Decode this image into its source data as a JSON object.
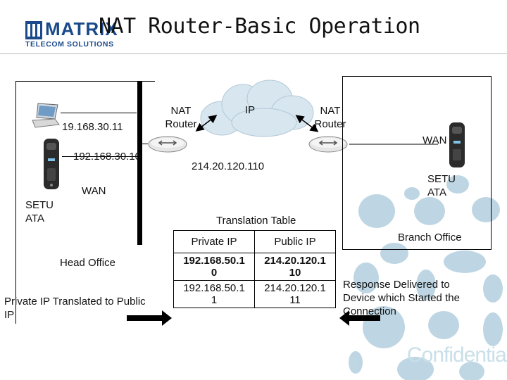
{
  "title": "NAT Router-Basic Operation",
  "logo": {
    "brand": "MATRIX",
    "tagline": "TELECOM SOLUTIONS"
  },
  "head_office": {
    "label": "Head Office",
    "pc_ip": "19.168.30.11",
    "ata_ip": "192.168.30.10",
    "wan": "WAN",
    "ata_label": "SETU\nATA"
  },
  "cloud_label": "IP",
  "left_router": {
    "label": "NAT\nRouter",
    "public_ip": "214.20.120.110"
  },
  "right_router": {
    "label": "NAT\nRouter"
  },
  "branch_office": {
    "label": "Branch Office",
    "wan": "WAN",
    "ata_label": "SETU\nATA"
  },
  "translation_table": {
    "title": "Translation Table",
    "headers": [
      "Private IP",
      "Public IP"
    ],
    "rows": [
      [
        "192.168.50.1\n0",
        "214.20.120.1\n10"
      ],
      [
        "192.168.50.1\n1",
        "214.20.120.1\n11"
      ]
    ]
  },
  "notes": {
    "left": "Private IP Translated to Public\nIP",
    "right": "Response Delivered to\nDevice which Started the\nConnection"
  },
  "watermark": "Confidential",
  "colors": {
    "logo_blue": "#1a4a8a",
    "bubble": "#a9c9da",
    "cloud": "#d7e6ef"
  }
}
